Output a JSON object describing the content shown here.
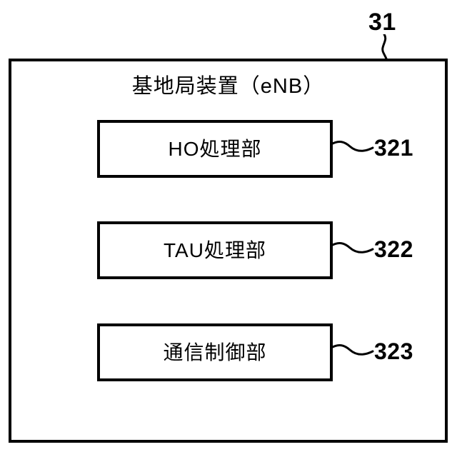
{
  "figure": {
    "type": "patent-block-diagram",
    "background_color": "#ffffff",
    "line_color": "#000000"
  },
  "device": {
    "title": "基地局装置（eNB）",
    "reference_number": "31",
    "units": [
      {
        "label": "HO処理部",
        "reference_number": "321"
      },
      {
        "label": "TAU処理部",
        "reference_number": "322"
      },
      {
        "label": "通信制御部",
        "reference_number": "323"
      }
    ]
  }
}
